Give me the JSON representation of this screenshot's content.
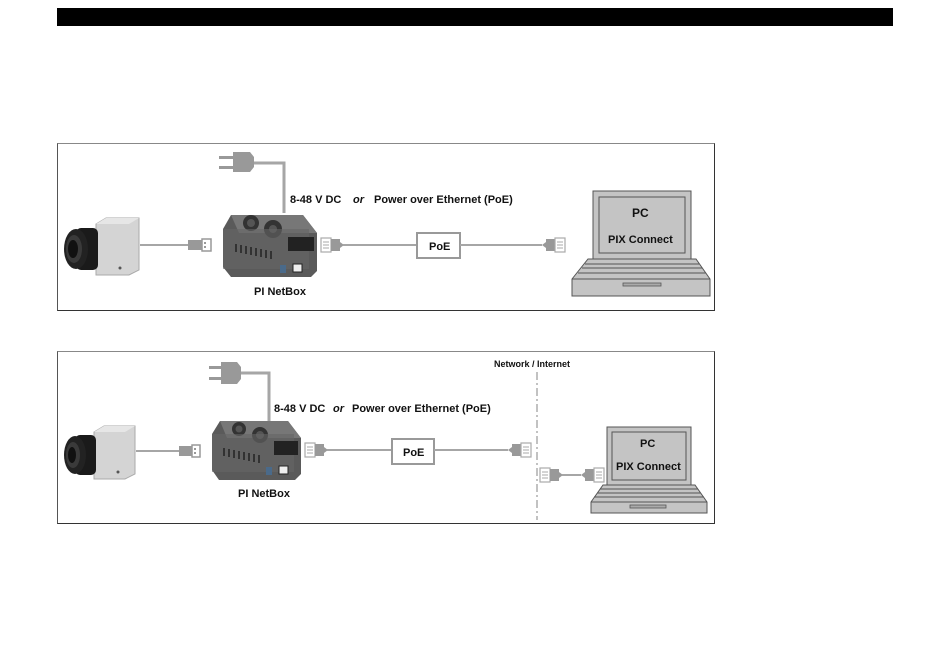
{
  "header_bar": {
    "color": "#000000"
  },
  "diagrams": [
    {
      "id": "direct-connection",
      "power_label": {
        "voltage": "8-48 V DC",
        "or": "or",
        "poe": "Power over Ethernet (PoE)"
      },
      "netbox_label": "PI NetBox",
      "poe_box_label": "PoE",
      "pc_label": "PC",
      "software_label": "PIX Connect"
    },
    {
      "id": "network-connection",
      "network_label": "Network / Internet",
      "power_label": {
        "voltage": "8-48 V DC",
        "or": "or",
        "poe": "Power over Ethernet (PoE)"
      },
      "netbox_label": "PI NetBox",
      "poe_box_label": "PoE",
      "pc_label": "PC",
      "software_label": "PIX Connect"
    }
  ],
  "colors": {
    "cable": "#a6a6a6",
    "device_gray": "#c8c8c8",
    "laptop_fill": "#c4c4c4",
    "laptop_stroke": "#555555"
  }
}
